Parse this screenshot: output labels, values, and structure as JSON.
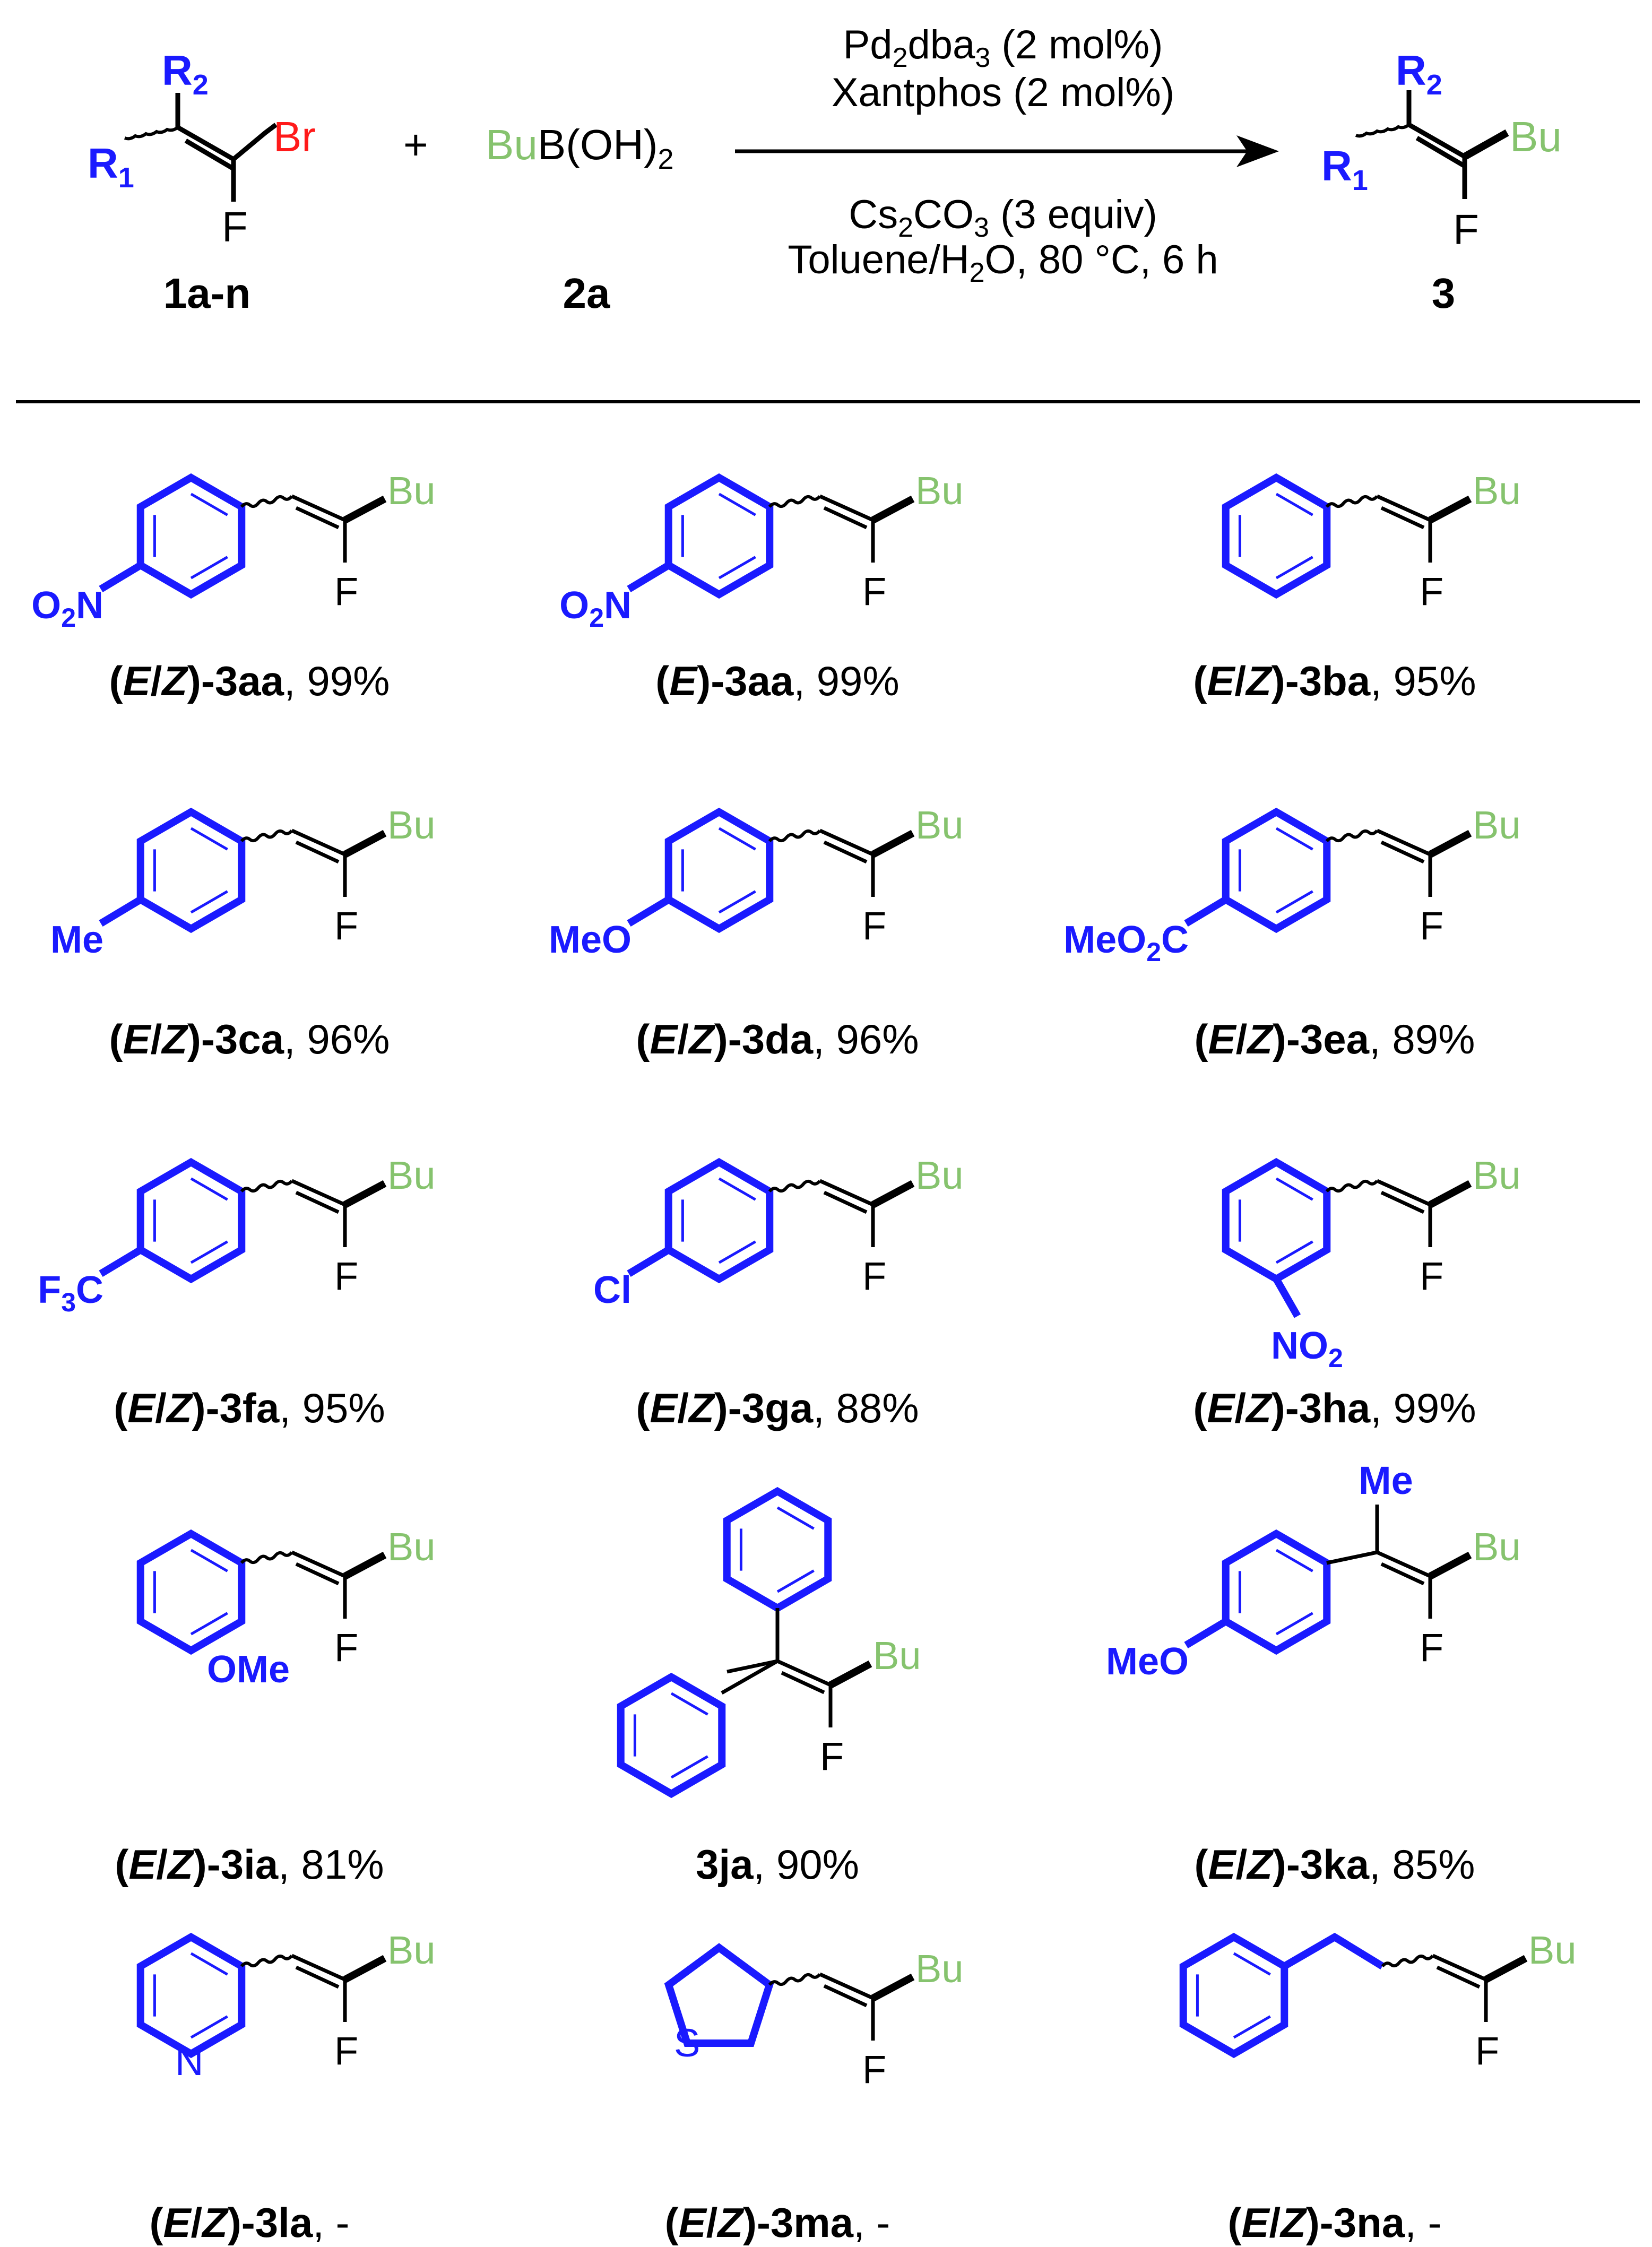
{
  "colors": {
    "substituent": "#1a1aff",
    "butyl": "#86c36e",
    "bromine": "#ff1a1a",
    "bonds": "#000000"
  },
  "scheme": {
    "r1": "R",
    "r1_sub": "1",
    "r2": "R",
    "r2_sub": "2",
    "br": "Br",
    "f": "F",
    "plus": "+",
    "boronic_bu": "Bu",
    "boronic_rest": "B(OH)",
    "boronic_sub": "2",
    "product_bu": "Bu",
    "label_reactant": "1a-n",
    "label_reagent": "2a",
    "label_product": "3",
    "cond1_a": "Pd",
    "cond1_sub1": "2",
    "cond1_b": "dba",
    "cond1_sub2": "3",
    "cond1_c": " (2 mol%)",
    "cond2": "Xantphos (2 mol%)",
    "cond3_a": "Cs",
    "cond3_sub1": "2",
    "cond3_b": "CO",
    "cond3_sub2": "3",
    "cond3_c": " (3 equiv)",
    "cond4_a": "Toluene/H",
    "cond4_sub": "2",
    "cond4_b": "O, 80 °C, 6 h"
  },
  "products": [
    {
      "stereo": "E/Z",
      "id": "3aa",
      "yield": "99%",
      "sub": "O2N",
      "sub_display": "O",
      "sub_2": "2",
      "sub_tail": "N"
    },
    {
      "stereo": "E",
      "id": "3aa",
      "yield": "99%",
      "sub_display": "O",
      "sub_2": "2",
      "sub_tail": "N"
    },
    {
      "stereo": "E/Z",
      "id": "3ba",
      "yield": "95%"
    },
    {
      "stereo": "E/Z",
      "id": "3ca",
      "yield": "96%",
      "sub_display": "Me"
    },
    {
      "stereo": "E/Z",
      "id": "3da",
      "yield": "96%",
      "sub_display": "MeO"
    },
    {
      "stereo": "E/Z",
      "id": "3ea",
      "yield": "89%",
      "sub_display": "MeO",
      "sub_2": "2",
      "sub_tail": "C"
    },
    {
      "stereo": "E/Z",
      "id": "3fa",
      "yield": "95%",
      "sub_display": "F",
      "sub_2": "3",
      "sub_tail": "C"
    },
    {
      "stereo": "E/Z",
      "id": "3ga",
      "yield": "88%",
      "sub_display": "Cl"
    },
    {
      "stereo": "E/Z",
      "id": "3ha",
      "yield": "99%",
      "sub_display": "NO",
      "sub_2": "2"
    },
    {
      "stereo": "E/Z",
      "id": "3ia",
      "yield": "81%",
      "sub_display": "OMe"
    },
    {
      "stereo": "",
      "id": "3ja",
      "yield": "90%"
    },
    {
      "stereo": "E/Z",
      "id": "3ka",
      "yield": "85%",
      "sub_display": "MeO",
      "top": "Me"
    },
    {
      "stereo": "E/Z",
      "id": "3la",
      "yield": "-",
      "hetero": "N"
    },
    {
      "stereo": "E/Z",
      "id": "3ma",
      "yield": "-",
      "hetero": "S"
    },
    {
      "stereo": "E/Z",
      "id": "3na",
      "yield": "-"
    }
  ],
  "atoms": {
    "f": "F",
    "bu": "Bu"
  }
}
